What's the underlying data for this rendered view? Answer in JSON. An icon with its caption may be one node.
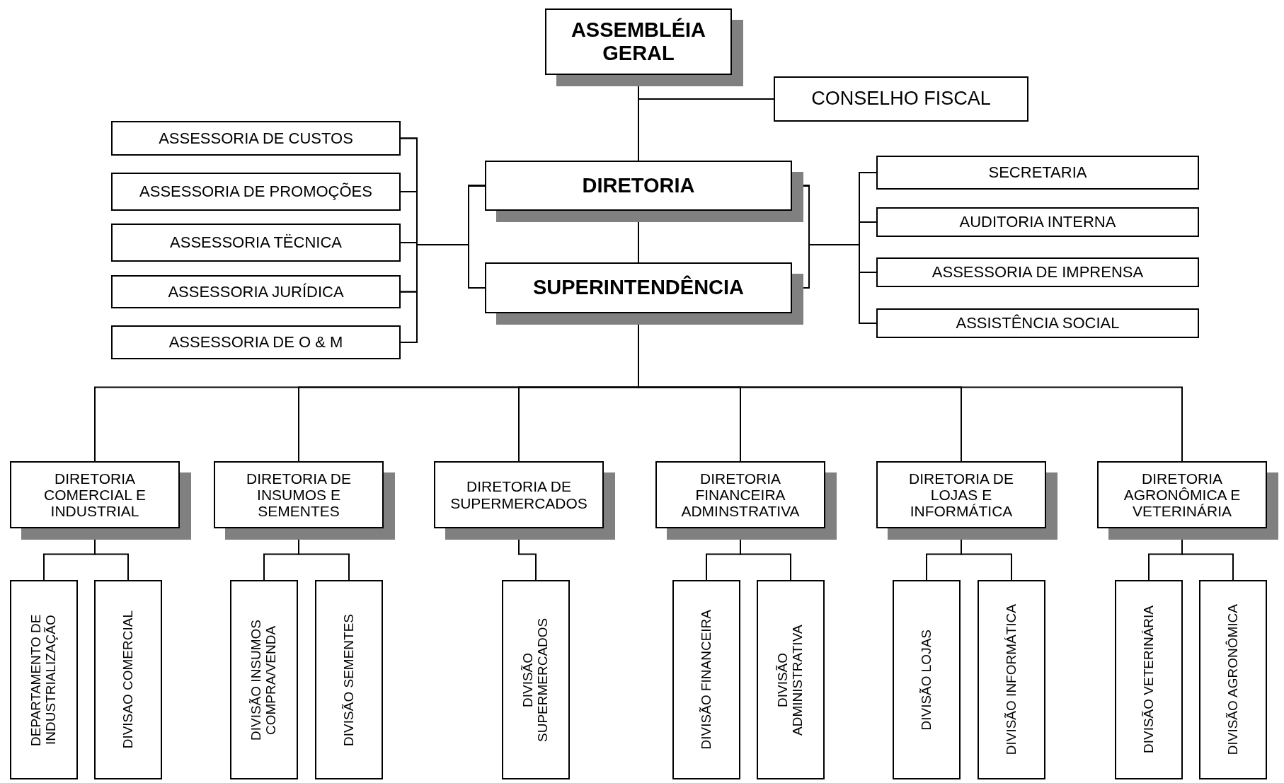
{
  "diagram": {
    "nodes": [
      {
        "text": [
          "ASSEMBLÉIA GERAL"
        ]
      },
      {
        "text": [
          "CONSELHO FISCAL"
        ]
      },
      {
        "text": [
          "DIRETORIA"
        ]
      },
      {
        "text": [
          "SUPERINTENDÊNCIA"
        ]
      },
      {
        "text": [
          "ASSESSORIA DE CUSTOS"
        ]
      },
      {
        "text": [
          "ASSESSORIA DE PROMOÇÕES"
        ]
      },
      {
        "text": [
          "ASSESSORIA TËCNICA"
        ]
      },
      {
        "text": [
          "ASSESSORIA JURÍDICA"
        ]
      },
      {
        "text": [
          "ASSESSORIA DE O & M"
        ]
      },
      {
        "text": [
          "SECRETARIA"
        ]
      },
      {
        "text": [
          "AUDITORIA INTERNA"
        ]
      },
      {
        "text": [
          "ASSESSORIA DE IMPRENSA"
        ]
      },
      {
        "text": [
          "ASSISTÊNCIA SOCIAL"
        ]
      },
      {
        "text": [
          "DIRETORIA COMERCIAL E INDUSTRIAL"
        ]
      },
      {
        "text": [
          "DIRETORIA DE INSUMOS E SEMENTES"
        ]
      },
      {
        "text": [
          "DIRETORIA DE SUPERMERCADOS"
        ]
      },
      {
        "text": [
          "DIRETORIA FINANCEIRA ADMINSTRATIVA"
        ]
      },
      {
        "text": [
          "DIRETORIA DE LOJAS E INFORMÁTICA"
        ]
      },
      {
        "text": [
          "DIRETORIA AGRONÔMICA E VETERINÁRIA"
        ]
      },
      {
        "text": [
          "DEPARTAMENTO DE INDUSTRIALIZAÇÃO"
        ]
      },
      {
        "text": [
          "DIVISAO COMERCIAL"
        ]
      },
      {
        "text": [
          "DIVISÃO INSUMOS COMPRA/VENDA"
        ]
      },
      {
        "text": [
          "DIVISÃO SEMENTES"
        ]
      },
      {
        "text": [
          "DIVISÃO SUPERMERCADOS"
        ]
      },
      {
        "text": [
          "DIVISÃO FINANCEIRA"
        ]
      },
      {
        "text": [
          "DIVISÃO ADMINISTRATIVA"
        ]
      },
      {
        "text": [
          "DIVISÃO LOJAS"
        ]
      },
      {
        "text": [
          "DIVISÃO INFORMÁTICA"
        ]
      },
      {
        "text": [
          "DIVISÃO VETERINÁRIA"
        ]
      },
      {
        "text": [
          "DIVISÃO AGRONÔMICA"
        ]
      }
    ],
    "edges": [
      {
        "from": 0,
        "to": 1,
        "arrow": "none"
      },
      {
        "from": 0,
        "to": 2,
        "arrow": "none"
      },
      {
        "from": 2,
        "to": 3,
        "arrow": "none"
      },
      {
        "from": 2,
        "to": 4,
        "arrow": "none"
      },
      {
        "from": 2,
        "to": 5,
        "arrow": "none"
      },
      {
        "from": 2,
        "to": 6,
        "arrow": "none"
      },
      {
        "from": 2,
        "to": 7,
        "arrow": "none"
      },
      {
        "from": 2,
        "to": 8,
        "arrow": "none"
      },
      {
        "from": 3,
        "to": 4,
        "arrow": "none"
      },
      {
        "from": 3,
        "to": 5,
        "arrow": "none"
      },
      {
        "from": 3,
        "to": 6,
        "arrow": "none"
      },
      {
        "from": 3,
        "to": 7,
        "arrow": "none"
      },
      {
        "from": 3,
        "to": 8,
        "arrow": "none"
      },
      {
        "from": 2,
        "to": 9,
        "arrow": "none"
      },
      {
        "from": 2,
        "to": 10,
        "arrow": "none"
      },
      {
        "from": 2,
        "to": 11,
        "arrow": "none"
      },
      {
        "from": 2,
        "to": 12,
        "arrow": "none"
      },
      {
        "from": 3,
        "to": 9,
        "arrow": "none"
      },
      {
        "from": 3,
        "to": 10,
        "arrow": "none"
      },
      {
        "from": 3,
        "to": 11,
        "arrow": "none"
      },
      {
        "from": 3,
        "to": 12,
        "arrow": "none"
      },
      {
        "from": 3,
        "to": 13,
        "arrow": "none"
      },
      {
        "from": 3,
        "to": 14,
        "arrow": "none"
      },
      {
        "from": 3,
        "to": 15,
        "arrow": "none"
      },
      {
        "from": 3,
        "to": 16,
        "arrow": "none"
      },
      {
        "from": 3,
        "to": 17,
        "arrow": "none"
      },
      {
        "from": 3,
        "to": 18,
        "arrow": "none"
      },
      {
        "from": 13,
        "to": 19,
        "arrow": "none"
      },
      {
        "from": 13,
        "to": 20,
        "arrow": "none"
      },
      {
        "from": 14,
        "to": 21,
        "arrow": "none"
      },
      {
        "from": 14,
        "to": 22,
        "arrow": "none"
      },
      {
        "from": 15,
        "to": 23,
        "arrow": "none"
      },
      {
        "from": 16,
        "to": 24,
        "arrow": "none"
      },
      {
        "from": 16,
        "to": 25,
        "arrow": "none"
      },
      {
        "from": 17,
        "to": 26,
        "arrow": "none"
      },
      {
        "from": 17,
        "to": 27,
        "arrow": "none"
      },
      {
        "from": 18,
        "to": 28,
        "arrow": "none"
      },
      {
        "from": 18,
        "to": 29,
        "arrow": "none"
      }
    ]
  }
}
